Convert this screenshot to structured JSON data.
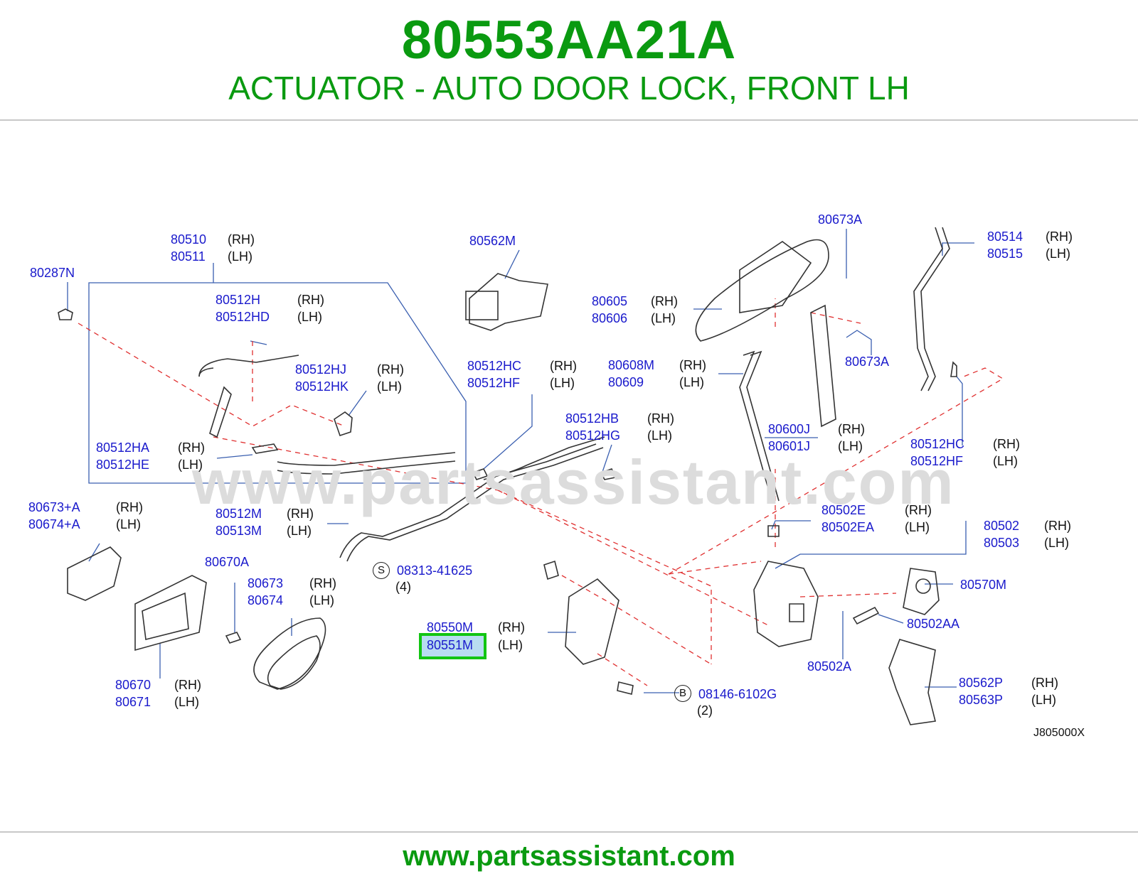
{
  "header": {
    "part_number": "80553AA21A",
    "description": "ACTUATOR - AUTO DOOR LOCK, FRONT LH"
  },
  "watermark": "www.partsassistant.com",
  "footer": {
    "url": "www.partsassistant.com"
  },
  "diagram_code": "J805000X",
  "callouts": {
    "c80510": "80510",
    "c80511": "80511",
    "c80287N": "80287N",
    "c80512H": "80512H",
    "c80512HD": "80512HD",
    "c80512HJ": "80512HJ",
    "c80512HK": "80512HK",
    "c80512HA": "80512HA",
    "c80512HE": "80512HE",
    "c80562M": "80562M",
    "c80512HC_a": "80512HC",
    "c80512HF_a": "80512HF",
    "c80512HB": "80512HB",
    "c80512HG": "80512HG",
    "c80673A_top": "80673A",
    "c80605": "80605",
    "c80606": "80606",
    "c80673A_mid": "80673A",
    "c80608M": "80608M",
    "c80609": "80609",
    "c80514": "80514",
    "c80515": "80515",
    "c80600J": "80600J",
    "c80601J": "80601J",
    "c80512HC_b": "80512HC",
    "c80512HF_b": "80512HF",
    "c80673A_left": "80673+A",
    "c80674A_left": "80674+A",
    "c80512M": "80512M",
    "c80513M": "80513M",
    "c80502E": "80502E",
    "c80502EA": "80502EA",
    "c80502": "80502",
    "c80503": "80503",
    "c80670A": "80670A",
    "c80673": "80673",
    "c80674": "80674",
    "c08313": "08313-41625",
    "q08313": "(4)",
    "c80570M": "80570M",
    "c80550M": "80550M",
    "c80551M": "80551M",
    "c80502AA": "80502AA",
    "c80502A": "80502A",
    "c80670": "80670",
    "c80671": "80671",
    "c08146": "08146-6102G",
    "q08146": "(2)",
    "c80562P": "80562P",
    "c80563P": "80563P"
  },
  "side_labels": {
    "rh": "(RH)",
    "lh": "(LH)"
  },
  "symbols": {
    "s": "S",
    "b": "B"
  },
  "highlight_color": "#12c512",
  "title_color": "#0a9a10",
  "callout_color": "#1a1acc"
}
